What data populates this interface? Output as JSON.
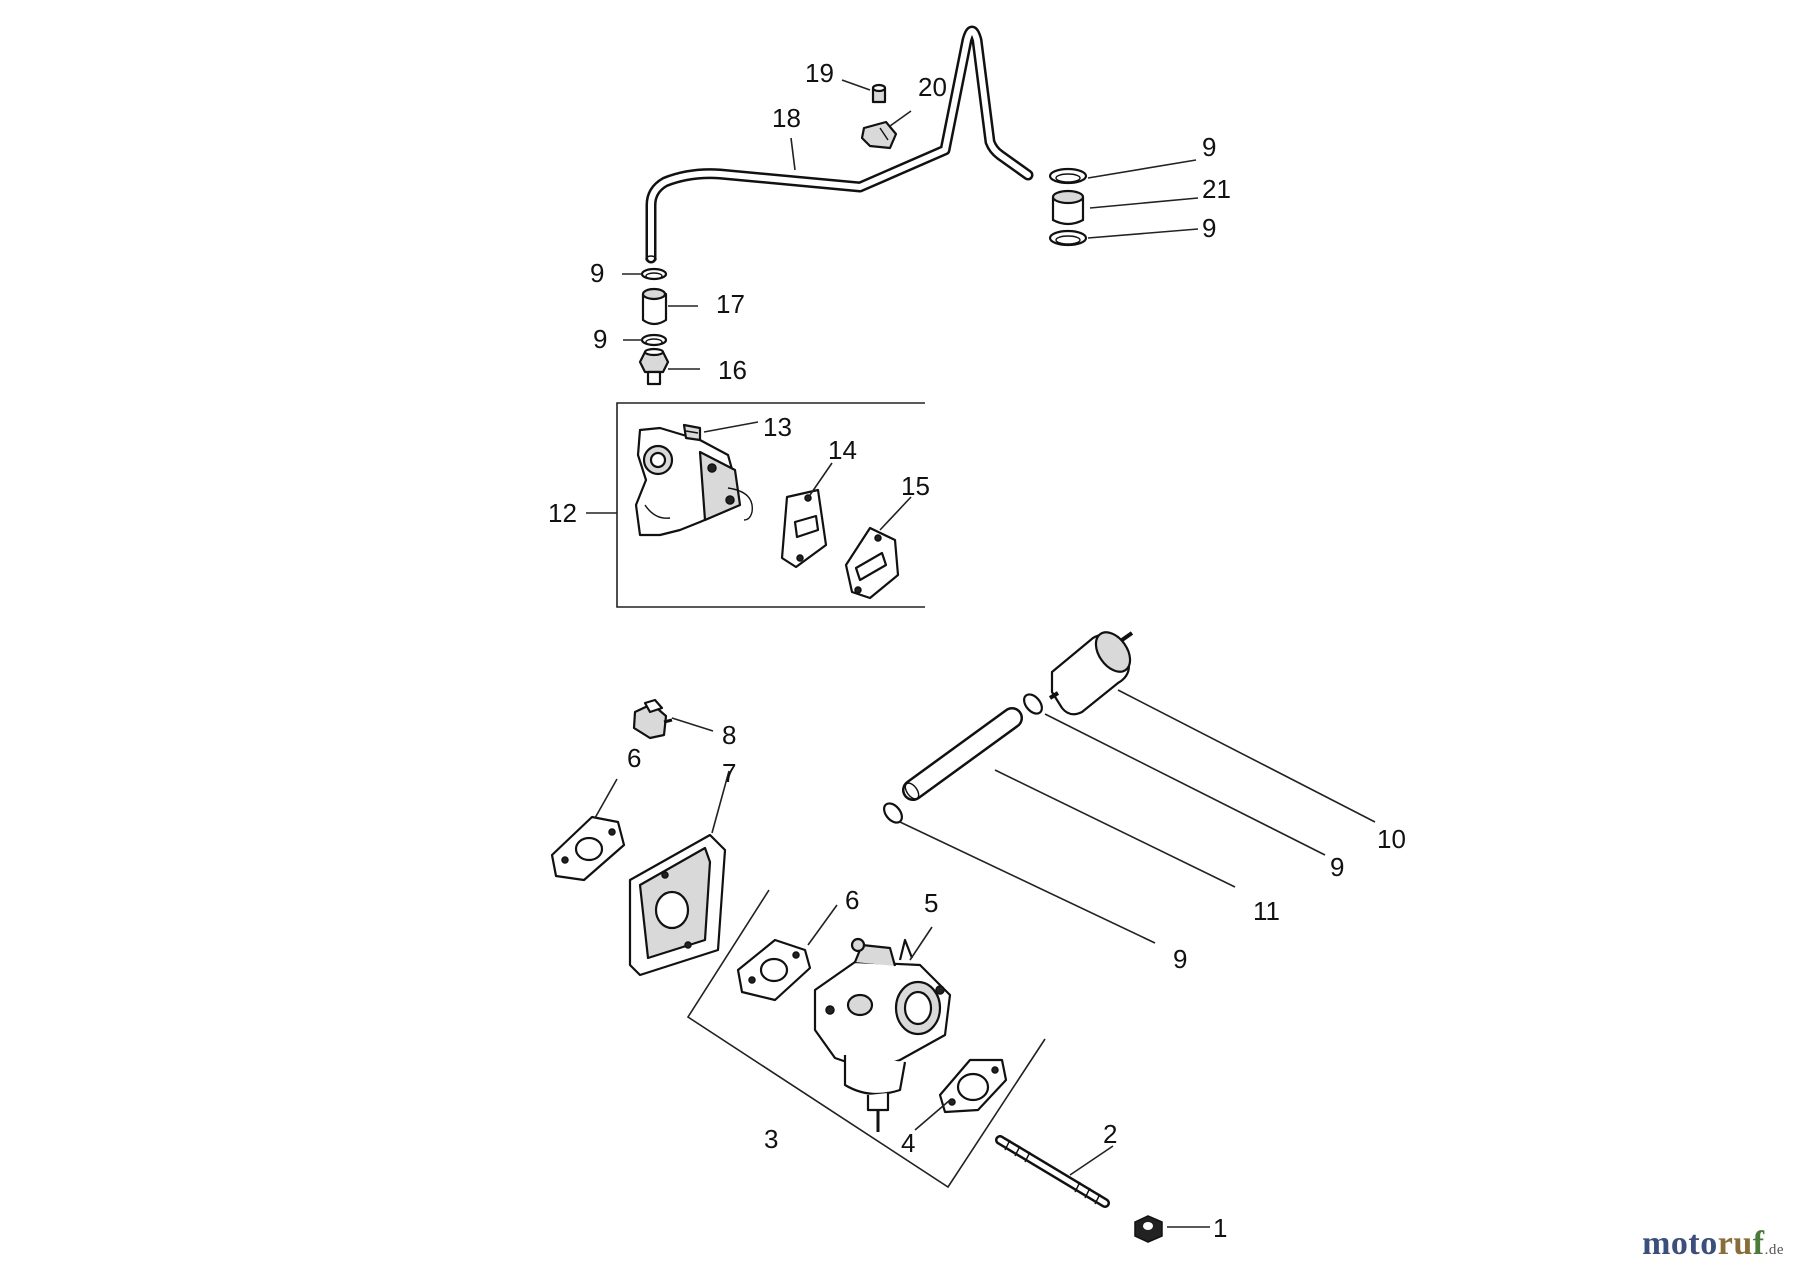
{
  "diagram": {
    "callouts": {
      "c1": "1",
      "c2": "2",
      "c3": "3",
      "c4": "4",
      "c5": "5",
      "c6a": "6",
      "c6b": "6",
      "c7": "7",
      "c8": "8",
      "c9a": "9",
      "c9b": "9",
      "c9c": "9",
      "c9d": "9",
      "c9e": "9",
      "c9f": "9",
      "c10": "10",
      "c11": "11",
      "c12": "12",
      "c13": "13",
      "c14": "14",
      "c15": "15",
      "c16": "16",
      "c17": "17",
      "c18": "18",
      "c19": "19",
      "c20": "20",
      "c21": "21"
    }
  },
  "watermark": {
    "part1": "moto",
    "part2": "ru",
    "part3": "f",
    "tld": ".de"
  }
}
